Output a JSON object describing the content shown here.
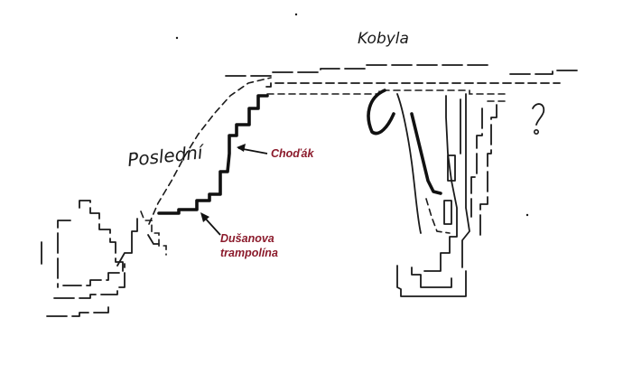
{
  "labels": {
    "kobyla": "Kobyla",
    "posledni": "Poslední",
    "chodak": "Choďák",
    "dusanova_line1": "Dušanova",
    "dusanova_line2": "trampolína"
  },
  "colors": {
    "annotation": "#8b1a2b",
    "ink": "#1a1a1a"
  }
}
